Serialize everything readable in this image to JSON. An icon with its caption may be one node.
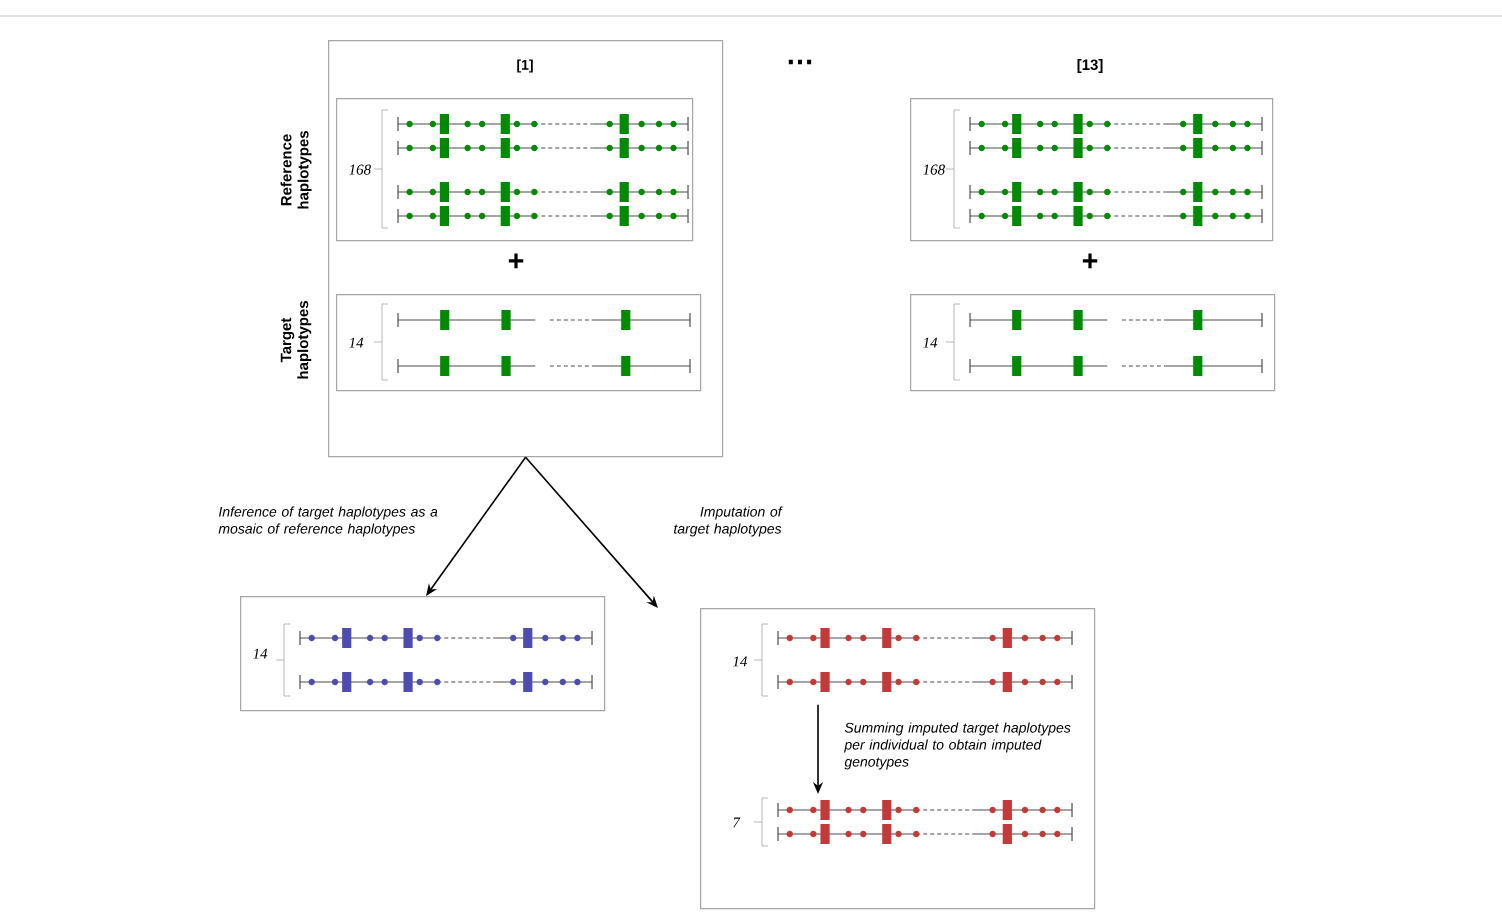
{
  "diagram": {
    "nodes": [
      {
        "text": [
          "[1]"
        ]
      },
      {
        "text": [
          "168"
        ],
        "in": 0
      },
      {
        "text": [
          "14"
        ],
        "in": 0
      },
      {
        "text": [
          "168"
        ]
      },
      {
        "text": [
          "14"
        ]
      },
      {
        "text": [
          "14"
        ]
      },
      {
        "text": [],
        "shape": "box"
      },
      {
        "text": [
          "14"
        ],
        "in": 6
      },
      {
        "text": [
          "7"
        ],
        "in": 6
      }
    ],
    "edges": [
      {
        "from": 0,
        "to": 5,
        "arrow": "to",
        "label": "Inference of target haplotypes as a mosaic of reference haplotypes"
      },
      {
        "from": 0,
        "to": 6,
        "arrow": "to",
        "label": "Imputation of target haplotypes"
      },
      {
        "from": 7,
        "to": 8,
        "arrow": "to",
        "label": "Summing imputed target haplotypes per individual to obtain imputed genotypes"
      }
    ],
    "labels": [
      "…",
      "[13]",
      "Reference haplotypes",
      "+",
      "+",
      "Target haplotypes"
    ]
  }
}
